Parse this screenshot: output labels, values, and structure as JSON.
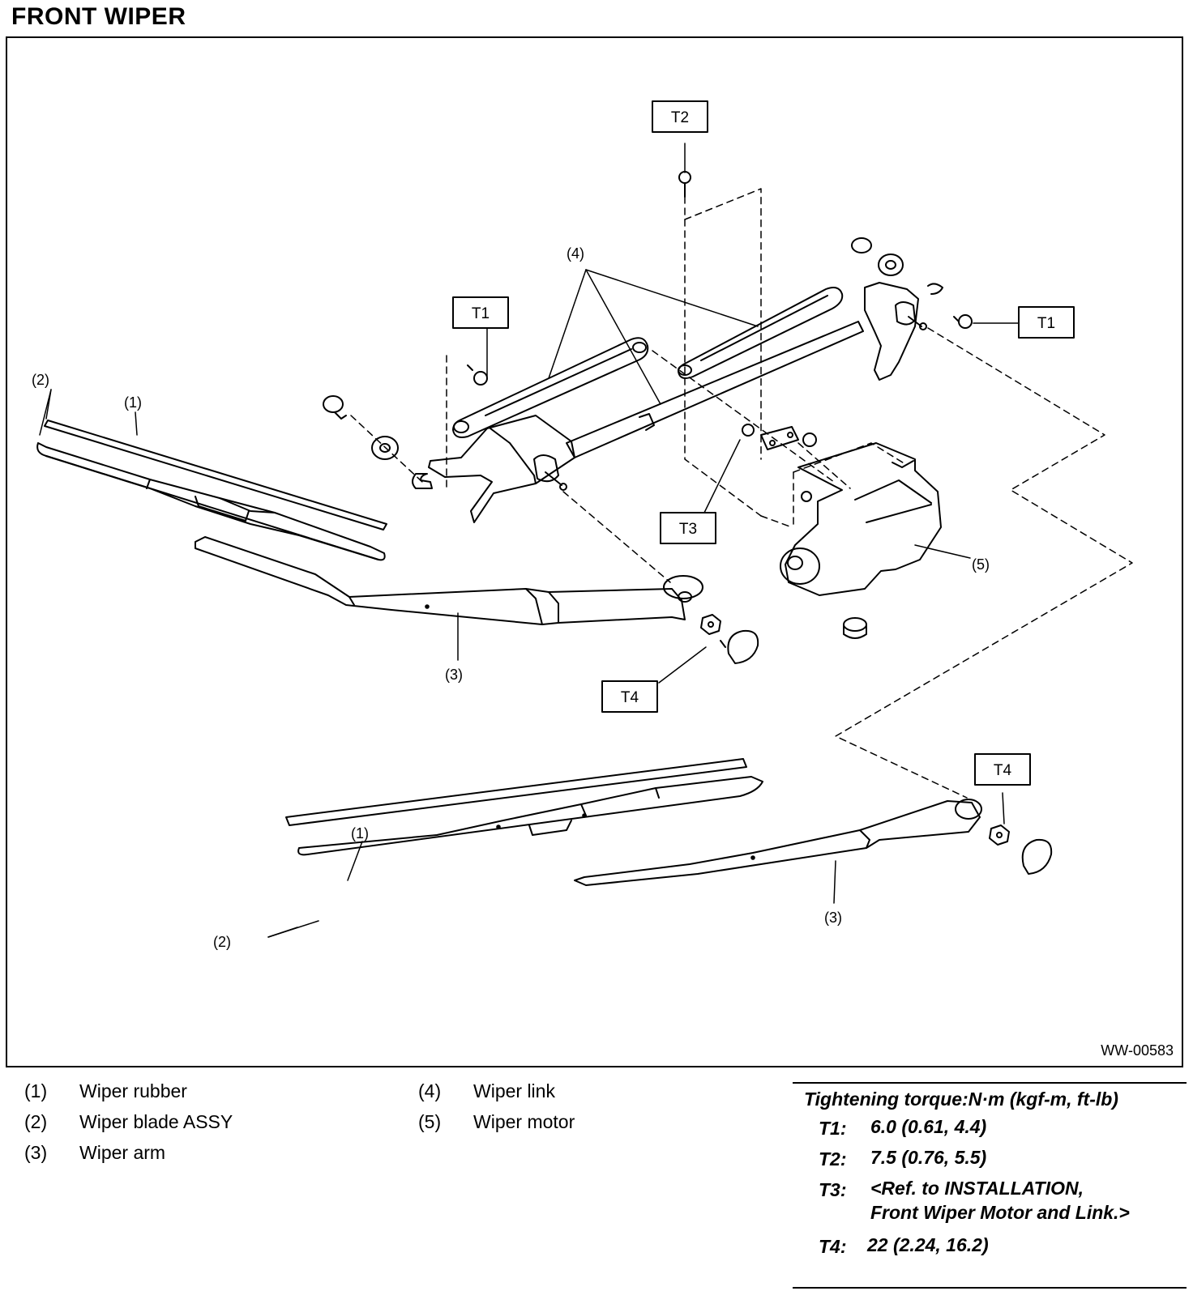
{
  "title": "FRONT WIPER",
  "figure_id": "WW-00583",
  "callouts": {
    "wiper_rubber": "(1)",
    "blade_assy": "(2)",
    "wiper_arm": "(3)",
    "wiper_link": "(4)",
    "wiper_motor": "(5)"
  },
  "torque_tags": {
    "t1": "T1",
    "t2": "T2",
    "t3": "T3",
    "t4": "T4"
  },
  "legend": [
    {
      "num": "(1)",
      "label": "Wiper rubber"
    },
    {
      "num": "(2)",
      "label": "Wiper blade ASSY"
    },
    {
      "num": "(3)",
      "label": "Wiper arm"
    },
    {
      "num": "(4)",
      "label": "Wiper link"
    },
    {
      "num": "(5)",
      "label": "Wiper motor"
    }
  ],
  "torque": {
    "heading": "Tightening torque:N·m (kgf-m, ft-lb)",
    "rows": [
      {
        "key": "T1:",
        "value": "6.0 (0.61, 4.4)"
      },
      {
        "key": "T2:",
        "value": "7.5 (0.76, 5.5)"
      },
      {
        "key": "T3:",
        "value": "<Ref. to INSTALLATION,",
        "value2": "Front Wiper Motor and Link.>"
      },
      {
        "key": "T4:",
        "value": "22 (2.24, 16.2)"
      }
    ]
  }
}
